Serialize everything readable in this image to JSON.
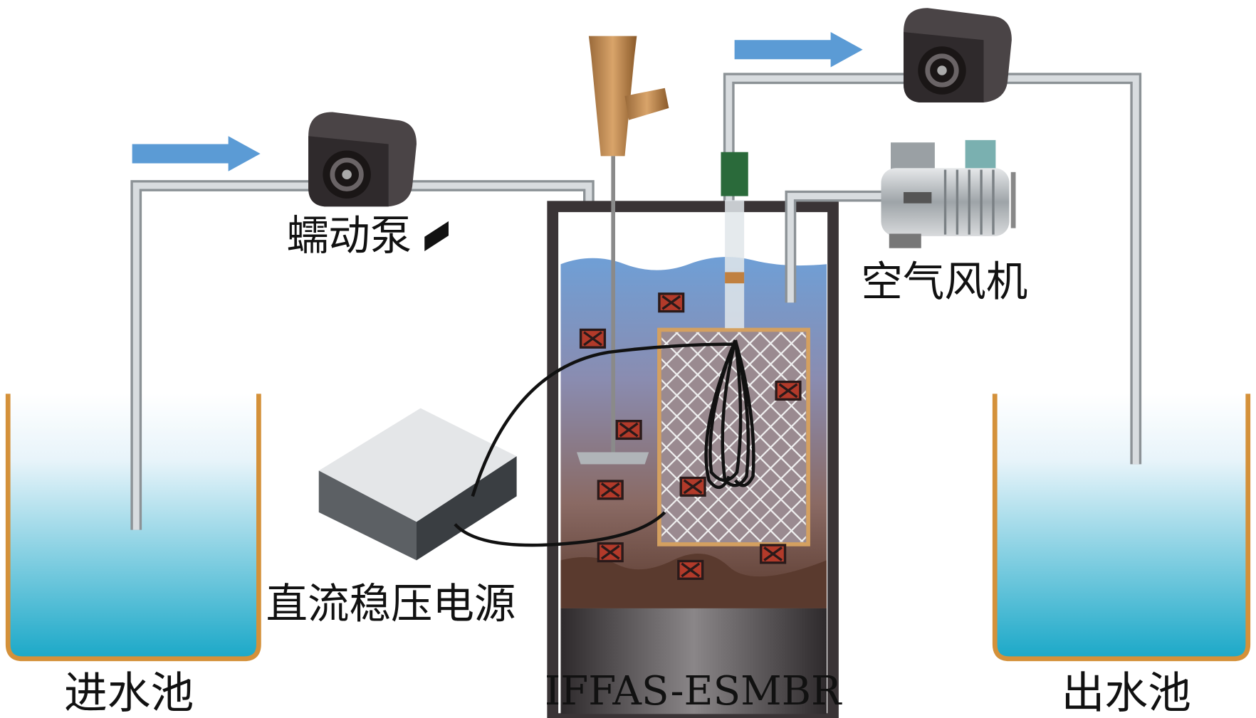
{
  "labels": {
    "pump": "蠕动泵",
    "blower": "空气风机",
    "power_supply": "直流稳压电源",
    "inlet_tank": "进水池",
    "reactor": "IFFAS-ESMBR",
    "outlet_tank": "出水池"
  },
  "colors": {
    "water": "#1aa8c8",
    "tank_rim": "#d4913a",
    "pipe": "#c8ccd0",
    "arrow": "#5b9bd5",
    "sludge": "#5a3a2e",
    "reactor_wall": "#3a3436"
  }
}
